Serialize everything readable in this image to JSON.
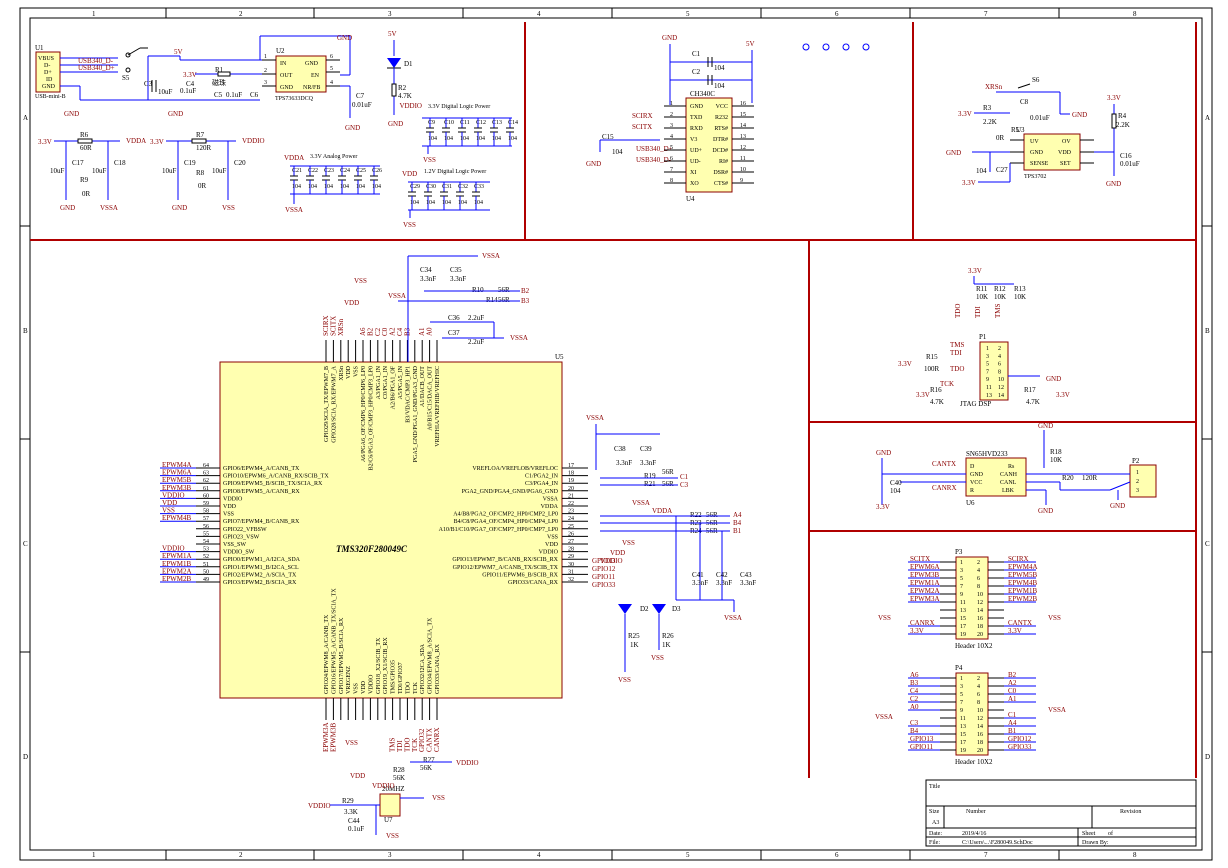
{
  "frame": {
    "columns": [
      "1",
      "2",
      "3",
      "4",
      "5",
      "6",
      "7",
      "8"
    ],
    "rows": [
      "A",
      "B",
      "C",
      "D"
    ]
  },
  "title_block": {
    "title_label": "Title",
    "size_label": "Size",
    "size_value": "A3",
    "number_label": "Number",
    "revision_label": "Revision",
    "date_label": "Date:",
    "date_value": "2019/4/16",
    "sheet_label": "Sheet",
    "sheet_value": "of",
    "file_label": "File:",
    "file_value": "C:\\Users\\...\\F280049.SchDoc",
    "drawn_label": "Drawn By:"
  },
  "usb": {
    "connector_ref": "U1",
    "connector_name": "USB-mini-B",
    "pins": [
      "VBUS",
      "D-",
      "D+",
      "ID",
      "GND"
    ],
    "net_dm": "USB340_D-",
    "net_dp": "USB340_D+",
    "switch_ref": "S5",
    "cap_ref": "C3",
    "cap_val": "10uF"
  },
  "ldo": {
    "ref": "U2",
    "part": "TPS73633DCQ",
    "pins_left": [
      "IN",
      "OUT",
      "GND"
    ],
    "pins_right": [
      "GND",
      "EN",
      "NR/FB"
    ],
    "r1": "R1",
    "r1_val": "磁珠",
    "c4": "C4",
    "c4_val": "0.1uF",
    "c5": "C5",
    "c5_val": "0.1uF",
    "c6": "C6",
    "c7": "C7",
    "c7_val": "0.01uF",
    "v_in": "5V",
    "v_out": "3.3V"
  },
  "led1": {
    "ref": "D1",
    "r_ref": "R2",
    "r_val": "4.7K",
    "supply": "5V"
  },
  "filters": [
    {
      "r": "R6",
      "r_val": "60R",
      "c1": "C17",
      "c1_val": "10uF",
      "c2": "C18",
      "c2_val": "10uF",
      "rail": "VDDA",
      "rb": "R9",
      "rb_val": "0R",
      "gnd2": "VSSA"
    },
    {
      "r": "R7",
      "r_val": "120R",
      "c1": "C19",
      "c1_val": "10uF",
      "c2": "C20",
      "c2_val": "10uF",
      "rail": "VDDIO",
      "rb": "R8",
      "rb_val": "0R",
      "gnd2": "VSS"
    }
  ],
  "decoupling": [
    {
      "title": "3.3V Digital Logic Power",
      "rail": "VDDIO",
      "gnd": "VSS",
      "caps": [
        "C9",
        "C10",
        "C11",
        "C12",
        "C13",
        "C14"
      ],
      "val": "104"
    },
    {
      "title": "3.3V Analog Power",
      "rail": "VDDA",
      "gnd": "VSSA",
      "caps": [
        "C21",
        "C22",
        "C23",
        "C24",
        "C25",
        "C26"
      ],
      "val": "104"
    },
    {
      "title": "1.2V Digital Logic Power",
      "rail": "VDD",
      "gnd": "VSS",
      "caps": [
        "C29",
        "C30",
        "C31",
        "C32",
        "C33"
      ],
      "val": "104"
    }
  ],
  "ch340": {
    "ref": "U4",
    "part": "CH340C",
    "pins_left": [
      [
        "1",
        "GND"
      ],
      [
        "2",
        "TXD"
      ],
      [
        "3",
        "RXD"
      ],
      [
        "4",
        "V3"
      ],
      [
        "5",
        "UD+"
      ],
      [
        "6",
        "UD-"
      ],
      [
        "7",
        "XI"
      ],
      [
        "8",
        "XO"
      ]
    ],
    "pins_right": [
      [
        "16",
        "VCC"
      ],
      [
        "15",
        "R232"
      ],
      [
        "14",
        "RTS#"
      ],
      [
        "13",
        "DTR#"
      ],
      [
        "12",
        "DCD#"
      ],
      [
        "11",
        "RI#"
      ],
      [
        "10",
        "DSR#"
      ],
      [
        "9",
        "CTS#"
      ]
    ],
    "nets": [
      "SCIRX",
      "SCITX",
      "USB340_D+",
      "USB340_D-"
    ],
    "c1": "C1",
    "c2": "C2",
    "c15": "C15",
    "cap_val": "104",
    "supply": "5V"
  },
  "reset": {
    "ref": "U3",
    "part": "TPS3702",
    "pins_left": [
      "UV",
      "GND",
      "SENSE"
    ],
    "pins_right": [
      "OV",
      "VDD",
      "SET"
    ],
    "net": "XRSn",
    "switch_ref": "S6",
    "r3": "R3",
    "r3_val": "2.2K",
    "r4": "R4",
    "r4_val": "2.2K",
    "r5": "R5",
    "r5_val": "0R",
    "c8": "C8",
    "c8_val": "0.01uF",
    "c16": "C16",
    "c16_val": "0.01uF",
    "c27": "C27",
    "c27_val": "104",
    "supply": "3.3V"
  },
  "mcu": {
    "ref": "U5",
    "part": "TMS320F280049C",
    "left_pins": [
      [
        "64",
        "GPIO6/EPWM4_A/CANB_TX"
      ],
      [
        "63",
        "GPIO10/EPWM6_A/CANB_RX/SCIB_TX"
      ],
      [
        "62",
        "GPIO9/EPWM5_B/SCIB_TX/SCIA_RX"
      ],
      [
        "61",
        "GPIO8/EPWM5_A/CANB_RX"
      ],
      [
        "60",
        "VDDIO"
      ],
      [
        "59",
        "VDD"
      ],
      [
        "58",
        "VSS"
      ],
      [
        "57",
        "GPIO7/EPWM4_B/CANB_RX"
      ],
      [
        "56",
        "GPIO22_VFBSW"
      ],
      [
        "55",
        "GPIO23_VSW"
      ],
      [
        "54",
        "VSS_SW"
      ],
      [
        "53",
        "VDDIO_SW"
      ],
      [
        "52",
        "GPIO0/EPWM1_A/I2CA_SDA"
      ],
      [
        "51",
        "GPIO1/EPWM1_B/I2CA_SCL"
      ],
      [
        "50",
        "GPIO2/EPWM2_A/SCIA_TX"
      ],
      [
        "49",
        "GPIO3/EPWM2_B/SCIA_RX"
      ]
    ],
    "left_nets": [
      "EPWM4A",
      "EPWM6A",
      "EPWM5B",
      "EPWM3B",
      "VDDIO",
      "VDD",
      "VSS",
      "EPWM4B",
      "",
      "",
      "",
      "VDDIO",
      "EPWM1A",
      "EPWM1B",
      "EPWM2A",
      "EPWM2B"
    ],
    "right_pins": [
      [
        "17",
        "VREFLOA/VREFLOB/VREFLOC"
      ],
      [
        "18",
        "C1/PGA2_IN"
      ],
      [
        "19",
        "C3/PGA4_IN"
      ],
      [
        "20",
        "PGA2_GND/PGA4_GND/PGA6_GND"
      ],
      [
        "21",
        "VSSA"
      ],
      [
        "22",
        "VDDA"
      ],
      [
        "23",
        "A4/B8/PGA2_OF/CMP2_HP0/CMP2_LP0"
      ],
      [
        "24",
        "B4/C8/PGA4_OF/CMP4_HP0/CMP4_LP0"
      ],
      [
        "25",
        "A10/B1/C10/PGA7_OF/CMP7_HP0/CMP7_LP0"
      ],
      [
        "26",
        "VSS"
      ],
      [
        "27",
        "VDD"
      ],
      [
        "28",
        "VDDIO"
      ],
      [
        "29",
        "GPIO13/EPWM7_B/CANB_RX/SCIB_RX"
      ],
      [
        "30",
        "GPIO12/EPWM7_A/CANB_TX/SCIB_TX"
      ],
      [
        "31",
        "GPIO11/EPWM6_B/SCIB_RX"
      ],
      [
        "32",
        "GPIO33/CANA_RX"
      ]
    ],
    "right_nets": [
      "VSSA",
      "C1",
      "C3",
      "",
      "VSSA",
      "VDDA",
      "A4",
      "B4",
      "B1",
      "VSS",
      "VDD",
      "VDDIO",
      "GPIO13",
      "GPIO12",
      "GPIO11",
      "GPIO33"
    ],
    "top_pins": [
      "GPIO29/SCIA_TX/EPWM7_B",
      "GPIO28/SCIA_RX/EPWM7_A",
      "XRSn",
      "VDD",
      "VSS",
      "A6/PGA6_OF/CMP6_HP0/CMP6_LP0",
      "B2/C6/PGA3_OF/CMP3_HP0/CMP3_LP0",
      "A3/PGA1_IN",
      "C0/PGA1_IN",
      "A2/B6/PGA1_OF",
      "A5/PGA5_IN",
      "B3/VDAC/CMP3_HP1",
      "PGA5_GND/PGA1_GND/PGA3_GND",
      "A1/DACB_OUT",
      "A0/B15/C15/DACA_OUT",
      "VREFHIA/VREFHIB/VREFHIC"
    ],
    "top_nets": [
      "SCIRX",
      "SCITX",
      "XRSn",
      "",
      "",
      "A6",
      "B2",
      "C2",
      "C0",
      "A2",
      "C4",
      "B3",
      "",
      "A1",
      "A0",
      ""
    ],
    "bottom_pins": [
      "GPIO24/EPWM8_A/CANB_TX",
      "GPIO16/EPWM5_A/CANB_TX/SCIA_TX",
      "GPIO17/EPWM5_B/SCIA_RX",
      "VREGENZ",
      "VSS",
      "VDD",
      "VDDIO",
      "GPIO18_X2/SCIB_TX",
      "GPIO19_X1/SCIB_RX",
      "TMS/GPIO35",
      "TDI/GPIO37",
      "TDO",
      "TCK",
      "GPIO32/I2CA_SDA",
      "GPIO34/EPWM8_A/SCIA_TX",
      "GPIO33/CANA_RX"
    ],
    "bottom_nets": [
      "EPWM3A",
      "EPWM3B",
      "",
      "",
      "",
      "",
      "",
      "",
      "",
      "TMS",
      "TDI",
      "TDO",
      "TCK",
      "GPIO32",
      "CANTX",
      "CANRX"
    ],
    "c34": "C34",
    "c35": "C35",
    "c34_val": "3.3nF",
    "c36": "C36",
    "c37": "C37",
    "c36_val": "2.2uF",
    "r10": "R10",
    "r14": "R14",
    "r_val": "56R",
    "nets_b": [
      "B2",
      "B3"
    ]
  },
  "adc_right": {
    "c38": "C38",
    "c39": "C39",
    "c_val": "3.3nF",
    "r19": "R19",
    "r21": "R21",
    "r_val": "56R",
    "nets": [
      "C1",
      "C3"
    ],
    "r22": "R22",
    "r23": "R23",
    "r24": "R24",
    "nets2": [
      "A4",
      "B4",
      "B1"
    ],
    "c41": "C41",
    "c42": "C42",
    "c43": "C43",
    "gpio_nets": [
      "GPIO13",
      "GPIO12",
      "GPIO11",
      "GPIO33"
    ],
    "d2": "D2",
    "d3": "D3",
    "r25": "R25",
    "r26": "R26",
    "led_r": "1K"
  },
  "xtal": {
    "ref": "U7",
    "freq": "20MHZ",
    "r28": "R28",
    "r28_val": "56K",
    "r27": "R27",
    "r27_val": "56K",
    "r29": "R29",
    "r29_val": "3.3K",
    "c44": "C44",
    "c44_val": "0.1uF"
  },
  "jtag": {
    "ref": "P1",
    "name": "JTAG DSP",
    "r11": "R11",
    "r12": "R12",
    "r13": "R13",
    "r_val": "10K",
    "r15": "R15",
    "r15_val": "100R",
    "r16": "R16",
    "r17": "R17",
    "r16_val": "4.7K",
    "nets": [
      "TMS",
      "TDI",
      "TDO",
      "TCK"
    ],
    "pull_nets": [
      "TDO",
      "TDI",
      "TMS"
    ],
    "supply": "3.3V"
  },
  "can": {
    "ref": "U6",
    "part": "SN65HVD233",
    "pins_left": [
      "D",
      "GND",
      "VCC",
      "R"
    ],
    "pins_right": [
      "Rs",
      "CANH",
      "CANL",
      "LBK"
    ],
    "nets": [
      "CANTX",
      "CANRX"
    ],
    "r18": "R18",
    "r18_val": "10K",
    "r20": "R20",
    "r20_val": "120R",
    "c40": "C40",
    "c40_val": "104",
    "conn": "P2"
  },
  "header3": {
    "ref": "P3",
    "name": "Header 10X2",
    "left": [
      "SCITX",
      "EPWM6A",
      "EPWM3B",
      "EPWM1A",
      "EPWM2A",
      "EPWM3A",
      "",
      "",
      "CANRX",
      "3.3V"
    ],
    "right": [
      "SCIRX",
      "EPWM4A",
      "EPWM5B",
      "EPWM4B",
      "EPWM1B",
      "EPWM2B",
      "",
      "",
      "CANTX",
      "3.3V"
    ]
  },
  "header4": {
    "ref": "P4",
    "name": "Header 10X2",
    "left": [
      "A6",
      "B3",
      "C4",
      "C2",
      "A0",
      "",
      "C3",
      "B4",
      "GPIO13",
      "GPIO11"
    ],
    "right": [
      "B2",
      "A2",
      "C0",
      "A1",
      "",
      "C1",
      "A4",
      "B1",
      "GPIO12",
      "GPIO33"
    ]
  },
  "power": {
    "gnd": "GND",
    "vss": "VSS",
    "vssa": "VSSA",
    "vdda": "VDDA",
    "vddio": "VDDIO",
    "vdd": "VDD",
    "v33": "3.3V",
    "v5": "5V"
  }
}
